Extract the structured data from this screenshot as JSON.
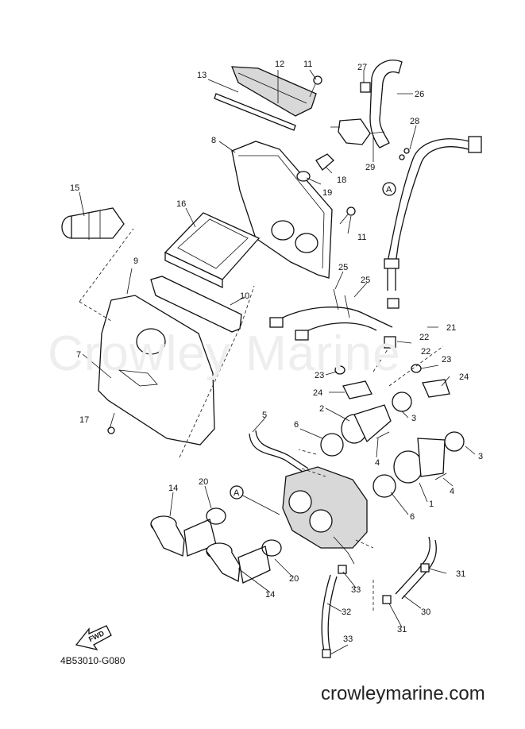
{
  "watermark": "Crowley Marine",
  "part_code": "4B53010-G080",
  "site_url": "crowleymarine.com",
  "fwd_label": "FWD",
  "callouts": [
    {
      "id": "c12",
      "label": "12"
    },
    {
      "id": "c11a",
      "label": "11"
    },
    {
      "id": "c13",
      "label": "13"
    },
    {
      "id": "c27",
      "label": "27"
    },
    {
      "id": "c26",
      "label": "26"
    },
    {
      "id": "c28",
      "label": "28"
    },
    {
      "id": "c8",
      "label": "8"
    },
    {
      "id": "c18",
      "label": "18"
    },
    {
      "id": "c19",
      "label": "19"
    },
    {
      "id": "c29",
      "label": "29"
    },
    {
      "id": "cA1",
      "label": "A"
    },
    {
      "id": "c15",
      "label": "15"
    },
    {
      "id": "c16",
      "label": "16"
    },
    {
      "id": "c11b",
      "label": "11"
    },
    {
      "id": "c9",
      "label": "9"
    },
    {
      "id": "c25a",
      "label": "25"
    },
    {
      "id": "c25b",
      "label": "25"
    },
    {
      "id": "c10",
      "label": "10"
    },
    {
      "id": "c21",
      "label": "21"
    },
    {
      "id": "c22a",
      "label": "22"
    },
    {
      "id": "c22b",
      "label": "22"
    },
    {
      "id": "c7",
      "label": "7"
    },
    {
      "id": "c23a",
      "label": "23"
    },
    {
      "id": "c23b",
      "label": "23"
    },
    {
      "id": "c24a",
      "label": "24"
    },
    {
      "id": "c24b",
      "label": "24"
    },
    {
      "id": "c2",
      "label": "2"
    },
    {
      "id": "c3a",
      "label": "3"
    },
    {
      "id": "c17",
      "label": "17"
    },
    {
      "id": "c5",
      "label": "5"
    },
    {
      "id": "c6a",
      "label": "6"
    },
    {
      "id": "c4a",
      "label": "4"
    },
    {
      "id": "c3b",
      "label": "3"
    },
    {
      "id": "c4b",
      "label": "4"
    },
    {
      "id": "c14a",
      "label": "14"
    },
    {
      "id": "c20a",
      "label": "20"
    },
    {
      "id": "cA2",
      "label": "A"
    },
    {
      "id": "c1",
      "label": "1"
    },
    {
      "id": "c6b",
      "label": "6"
    },
    {
      "id": "c31a",
      "label": "31"
    },
    {
      "id": "c20b",
      "label": "20"
    },
    {
      "id": "c14b",
      "label": "14"
    },
    {
      "id": "c33a",
      "label": "33"
    },
    {
      "id": "c30",
      "label": "30"
    },
    {
      "id": "c32",
      "label": "32"
    },
    {
      "id": "c31b",
      "label": "31"
    },
    {
      "id": "c33b",
      "label": "33"
    }
  ]
}
